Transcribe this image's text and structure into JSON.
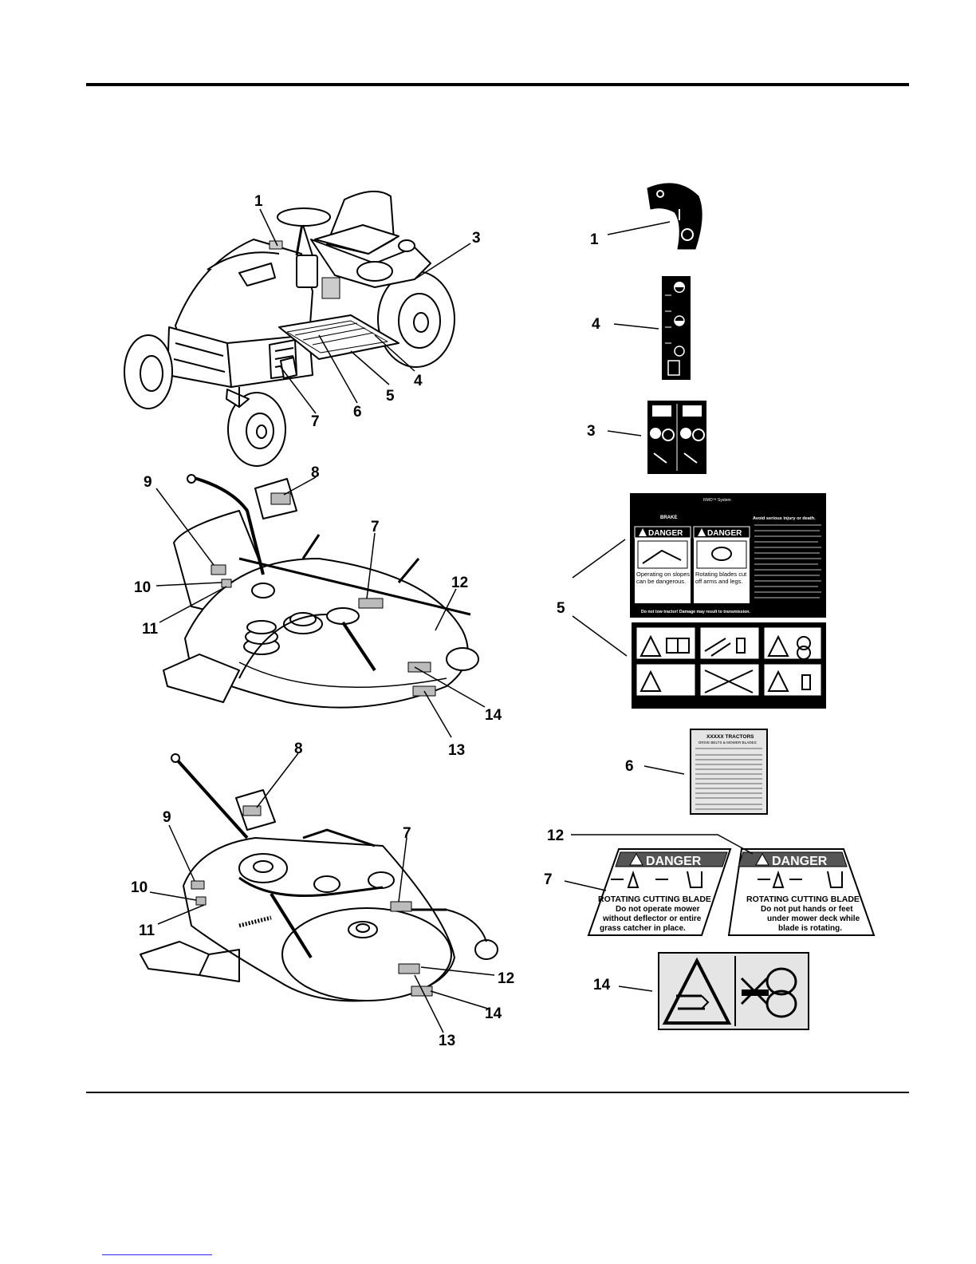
{
  "callouts": {
    "tractor": [
      "1",
      "3",
      "4",
      "5",
      "6",
      "7"
    ],
    "deck_top": [
      "9",
      "8",
      "7",
      "10",
      "11",
      "12",
      "14",
      "13"
    ],
    "deck_bottom": [
      "8",
      "9",
      "7",
      "10",
      "11",
      "12",
      "14",
      "13"
    ],
    "decals": [
      "1",
      "4",
      "3",
      "5",
      "6",
      "12",
      "7",
      "14"
    ]
  },
  "decal5": {
    "brake": "BRAKE",
    "system_title": "RMO™ System",
    "danger1": "DANGER",
    "danger2": "DANGER",
    "warn1_line1": "Operating on slopes",
    "warn1_line2": "can be dangerous.",
    "warn2_line1": "Rotating blades cut",
    "warn2_line2": "off arms and legs.",
    "avoid": "Avoid serious injury or death.",
    "bottom_note": "Do not tow tractor! Damage may result to transmission."
  },
  "decal6": {
    "title1": "XXXXX TRACTORS",
    "title2": "DRIVE BELTS & MOWER BLADES"
  },
  "decal12": {
    "danger": "DANGER",
    "line1": "ROTATING CUTTING BLADE",
    "line2": "Do not put hands or feet",
    "line3": "under mower deck while",
    "line4": "blade is rotating."
  },
  "decal7": {
    "danger": "DANGER",
    "line1": "ROTATING CUTTING BLADE",
    "line2": "Do not operate mower",
    "line3": "without deflector or entire",
    "line4": "grass catcher in place."
  },
  "icons": [
    "tractor-illustration",
    "mower-deck-top-illustration",
    "mower-deck-bottom-illustration",
    "ignition-decal-icon",
    "fuel-gauge-decal-icon",
    "warning-triangle-icon"
  ]
}
